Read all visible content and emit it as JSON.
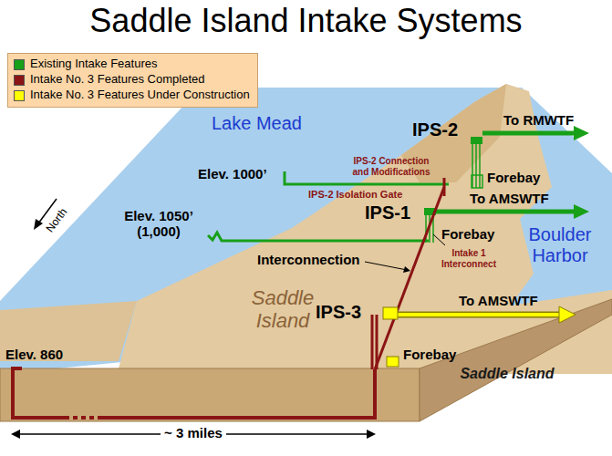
{
  "diagram": {
    "title": "Saddle Island Intake Systems",
    "labels": [
      "Lake Mead",
      "IPS-2",
      "To RMWTF",
      "Elev. 1000’",
      "IPS-2 Connection and Modifications",
      "Forebay",
      "IPS-2 Isolation Gate",
      "To AMSWTF",
      "IPS-1",
      "Elev. 1050’ (1,000)",
      "North",
      "Forebay",
      "Boulder Harbor",
      "Interconnection",
      "Intake 1 Interconnect",
      "Saddle Island",
      "IPS-3",
      "To AMSWTF",
      "Elev. 860",
      "Forebay",
      "Saddle Island",
      "~ 3 miles"
    ],
    "legend": [
      {
        "text": "Existing Intake Features",
        "color": "#18a018"
      },
      {
        "text": "Intake No. 3 Features Completed",
        "color": "#8b1414"
      },
      {
        "text": "Intake No. 3 Features Under Construction",
        "color": "#ffff00"
      }
    ]
  }
}
